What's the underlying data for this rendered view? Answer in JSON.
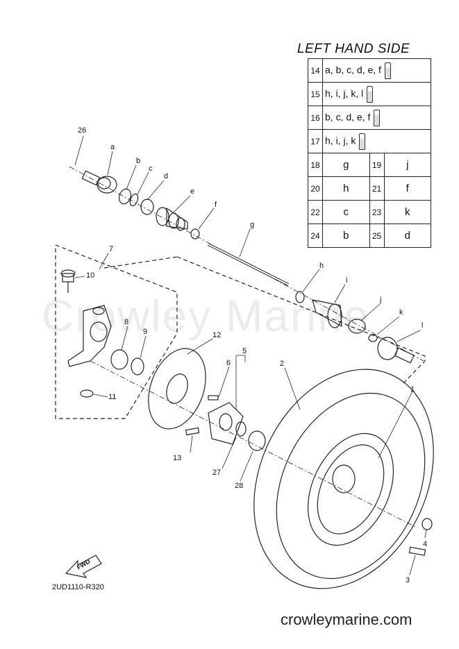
{
  "header": {
    "side_title": "LEFT HAND SIDE"
  },
  "kit_table": {
    "kits": [
      {
        "num": "14",
        "parts": "a, b, c, d, e, f"
      },
      {
        "num": "15",
        "parts": "h, i, j, k, l"
      },
      {
        "num": "16",
        "parts": "b, c, d, e, f"
      },
      {
        "num": "17",
        "parts": "h, i, j, k"
      }
    ],
    "pairs": [
      [
        {
          "num": "18",
          "val": "g"
        },
        {
          "num": "19",
          "val": "j"
        }
      ],
      [
        {
          "num": "20",
          "val": "h"
        },
        {
          "num": "21",
          "val": "f"
        }
      ],
      [
        {
          "num": "22",
          "val": "c"
        },
        {
          "num": "23",
          "val": "k"
        }
      ],
      [
        {
          "num": "24",
          "val": "b"
        },
        {
          "num": "25",
          "val": "d"
        }
      ]
    ]
  },
  "callouts": {
    "n1": "1",
    "n2": "2",
    "n3": "3",
    "n4": "4",
    "n5": "5",
    "n6": "6",
    "n7": "7",
    "n8": "8",
    "n9": "9",
    "n10": "10",
    "n11": "11",
    "n12": "12",
    "n13": "13",
    "n26": "26",
    "n27": "27",
    "n28": "28",
    "la": "a",
    "lb": "b",
    "lc": "c",
    "ld": "d",
    "le": "e",
    "lf": "f",
    "lg": "g",
    "lh": "h",
    "li": "i",
    "lj": "j",
    "lk": "k",
    "ll": "l"
  },
  "fwd_label": "FWD",
  "diagram_code": "2UD1110-R320",
  "watermark": "Crowley Marine",
  "site": "crowleymarine.com"
}
